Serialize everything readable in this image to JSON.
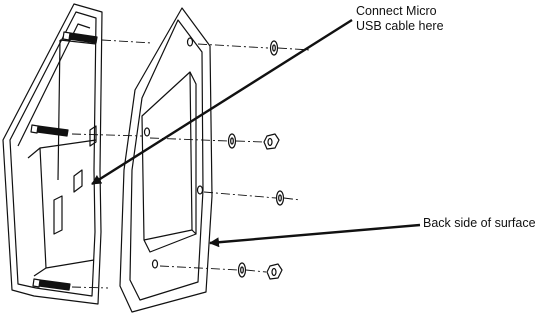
{
  "callouts": {
    "usb_line1": "Connect Micro",
    "usb_line2": "USB cable here",
    "back_side": "Back side of surface"
  },
  "colors": {
    "stroke": "#111111",
    "fill": "#ffffff"
  }
}
